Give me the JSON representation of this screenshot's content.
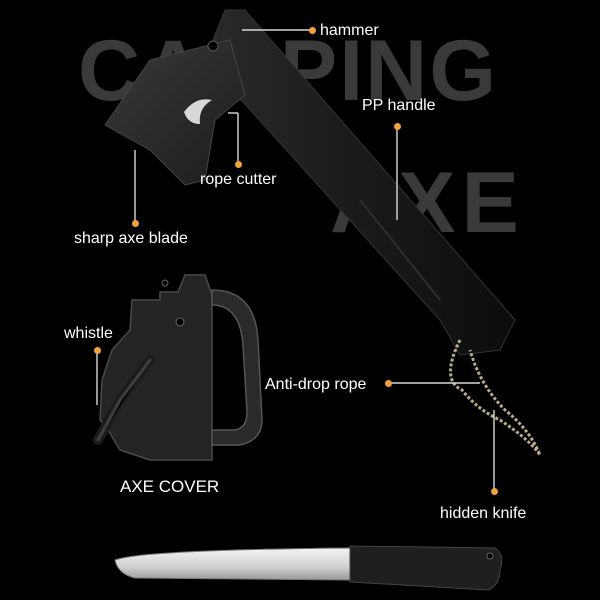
{
  "background_text": {
    "line1": "CAMPING",
    "line2": "AXE"
  },
  "callouts": {
    "hammer": "hammer",
    "pp_handle": "PP handle",
    "rope_cutter": "rope cutter",
    "sharp_axe_blade": "sharp axe blade",
    "whistle": "whistle",
    "anti_drop_rope": "Anti-drop rope",
    "hidden_knife": "hidden knife",
    "axe_cover": "AXE COVER"
  },
  "colors": {
    "background": "#000000",
    "callout_dot": "#f2a23a",
    "label_text": "#ffffff"
  }
}
